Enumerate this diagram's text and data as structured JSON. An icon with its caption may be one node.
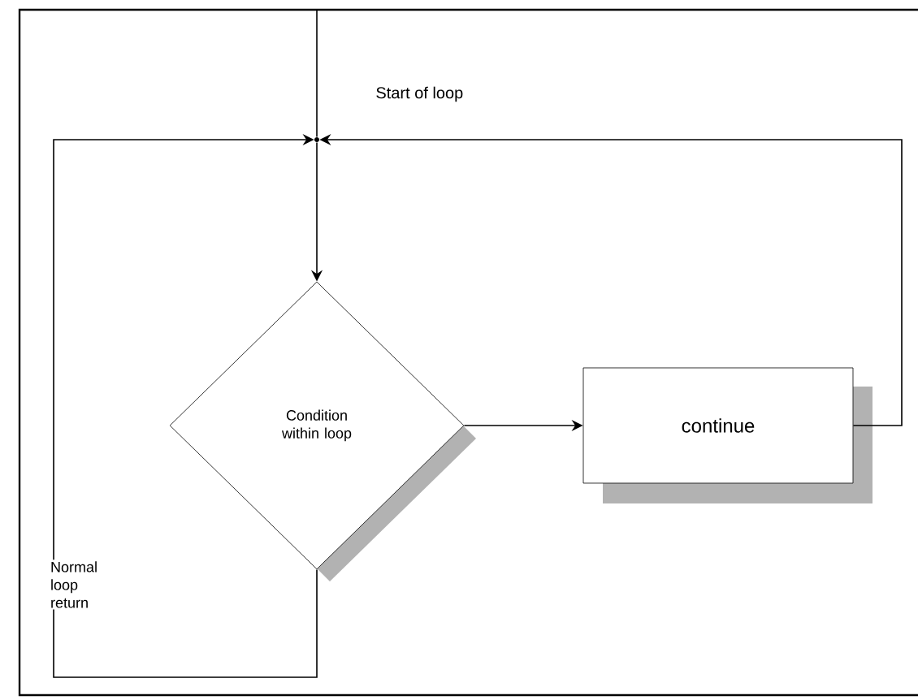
{
  "diagram": {
    "nodes": [
      {
        "text": [
          "Condition within loop"
        ]
      },
      {
        "text": [
          "continue"
        ]
      },
      {
        "text": [],
        "shape": "junction"
      }
    ],
    "labels": [
      "Start of loop"
    ],
    "edges": [
      {
        "from": null,
        "to": 2,
        "arrow": "none"
      },
      {
        "from": 2,
        "to": 0,
        "arrow": "to"
      },
      {
        "from": 0,
        "to": 1,
        "arrow": "to"
      },
      {
        "from": 1,
        "to": 2,
        "arrow": "to"
      },
      {
        "from": 0,
        "to": 2,
        "arrow": "to",
        "label": "Normal loop return"
      }
    ]
  }
}
